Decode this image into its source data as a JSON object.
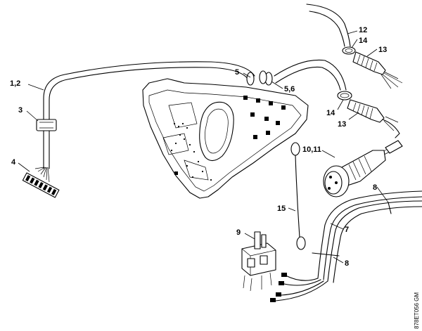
{
  "diagram": {
    "labels": {
      "l1": "1,2",
      "l3": "3",
      "l4": "4",
      "l5": "5",
      "l56": "5,6",
      "l7": "7",
      "l8a": "8",
      "l8b": "8",
      "l9": "9",
      "l1011": "10,11",
      "l12": "12",
      "l13a": "13",
      "l13b": "13",
      "l14a": "14",
      "l14b": "14",
      "l15": "15"
    },
    "drawing_code": "878ET056 GM"
  }
}
